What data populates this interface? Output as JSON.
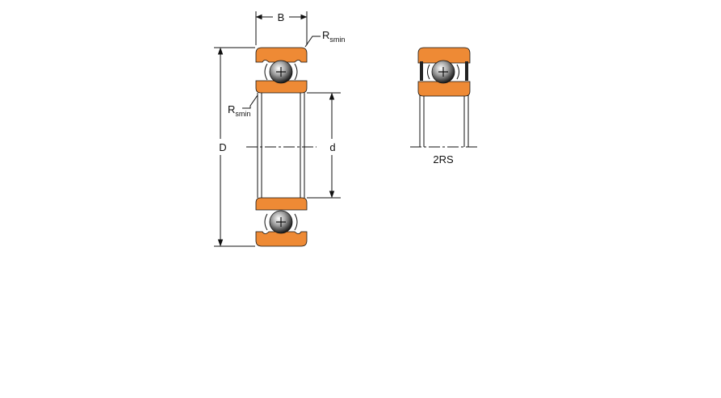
{
  "diagram": {
    "labels": {
      "width": "B",
      "outer_diameter": "D",
      "bore_diameter": "d",
      "radius_main": "R",
      "radius_sub": "smin",
      "seal_variant": "2RS"
    },
    "colors": {
      "ring": "#EE8A35",
      "line": "#111111"
    }
  }
}
